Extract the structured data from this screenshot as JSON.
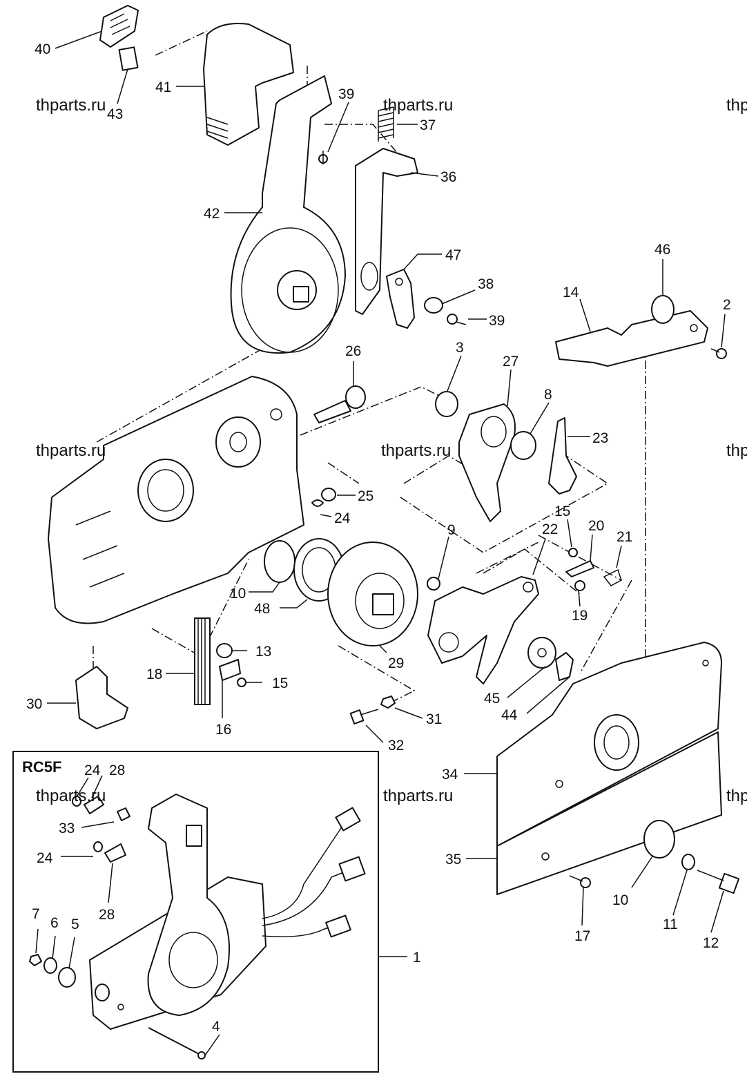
{
  "watermarks": [
    {
      "text": "thparts.ru"
    },
    {
      "text": "thparts.ru"
    },
    {
      "text": "thparts.ru"
    },
    {
      "text": "thparts.ru"
    },
    {
      "text": "thparts.ru"
    },
    {
      "text": "thp"
    },
    {
      "text": "thp"
    },
    {
      "text": "thp"
    }
  ],
  "inset": {
    "title": "RC5F"
  },
  "callouts": {
    "c40": "40",
    "c41": "41",
    "c43": "43",
    "c39a": "39",
    "c37": "37",
    "c36": "36",
    "c42": "42",
    "c47": "47",
    "c38": "38",
    "c39b": "39",
    "c46": "46",
    "c14": "14",
    "c2": "2",
    "c26": "26",
    "c3": "3",
    "c27": "27",
    "c8": "8",
    "c23": "23",
    "c25": "25",
    "c24a": "24",
    "c15a": "15",
    "c20": "20",
    "c21": "21",
    "c22": "22",
    "c9": "9",
    "c10a": "10",
    "c48": "48",
    "c19": "19",
    "c13": "13",
    "c29": "29",
    "c18": "18",
    "c15b": "15",
    "c16": "16",
    "c30": "30",
    "c45": "45",
    "c44": "44",
    "c31": "31",
    "c32": "32",
    "c34": "34",
    "c35": "35",
    "c10b": "10",
    "c17": "17",
    "c11": "11",
    "c12": "12",
    "c1": "1",
    "c24b": "24",
    "c28a": "28",
    "c33": "33",
    "c24c": "24",
    "c28b": "28",
    "c7": "7",
    "c6": "6",
    "c5": "5",
    "c4": "4"
  }
}
